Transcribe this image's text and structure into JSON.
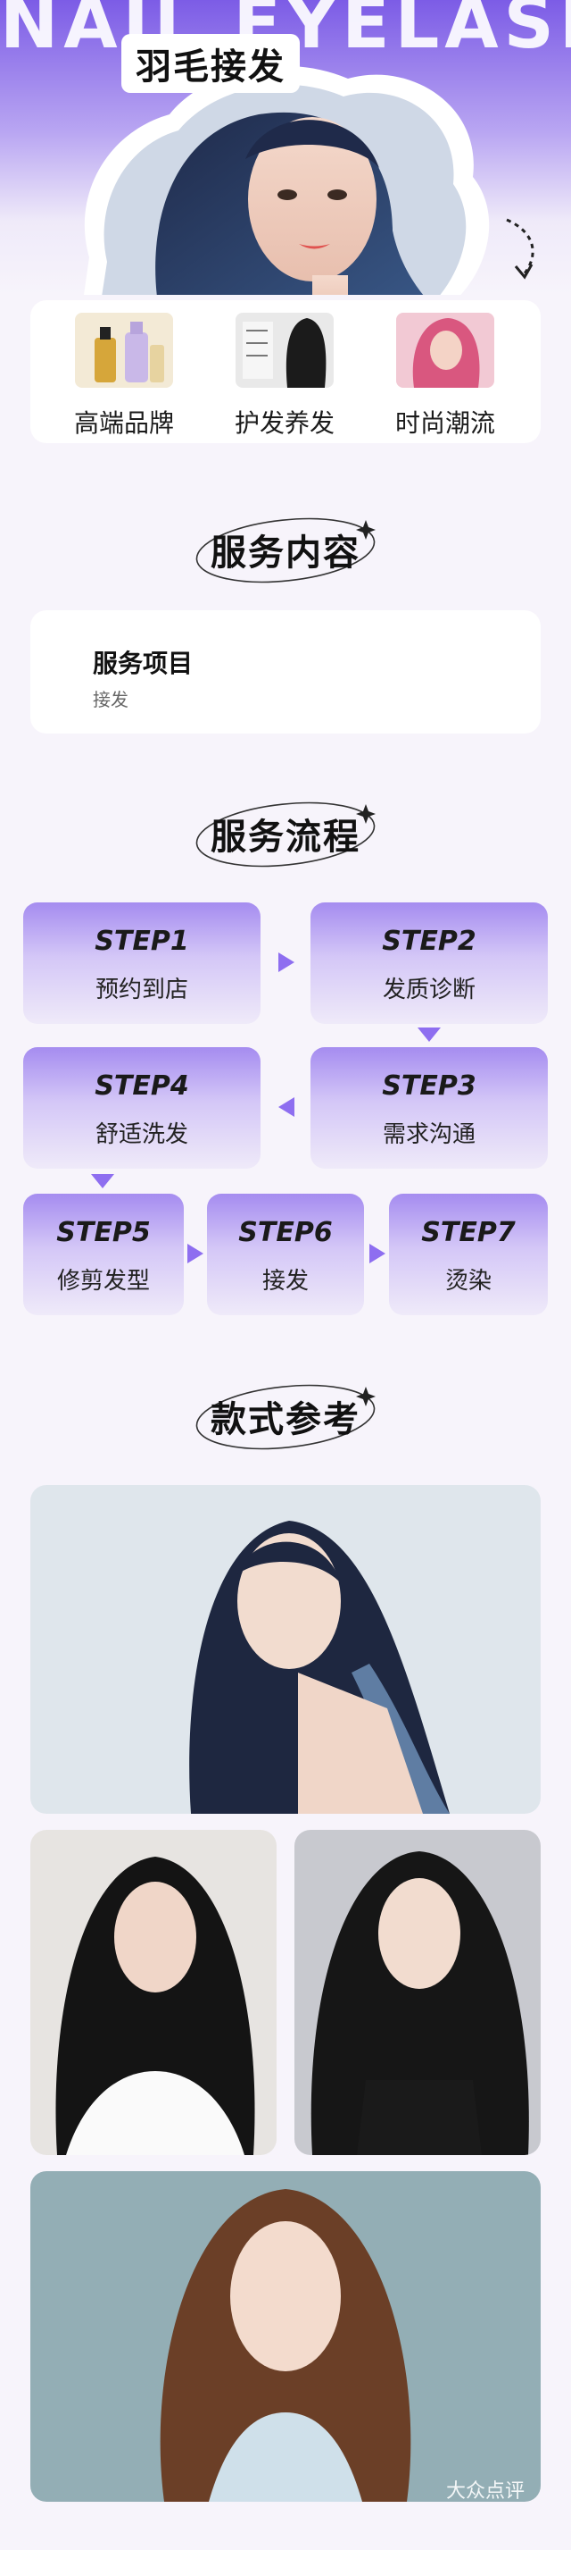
{
  "hero": {
    "bg_word": "NAIL EYELASH",
    "title": "羽毛接发"
  },
  "features": [
    {
      "label": "高端品牌",
      "icon": "hair-oil-bottles-photo"
    },
    {
      "label": "护发养发",
      "icon": "hair-care-photo"
    },
    {
      "label": "时尚潮流",
      "icon": "pink-hair-photo"
    }
  ],
  "sections": {
    "service_content": "服务内容",
    "service_process": "服务流程",
    "style_reference": "款式参考"
  },
  "service": {
    "item_label": "服务项目",
    "item_value": "接发"
  },
  "steps": [
    {
      "key": "STEP1",
      "label": "预约到店"
    },
    {
      "key": "STEP2",
      "label": "发质诊断"
    },
    {
      "key": "STEP3",
      "label": "需求沟通"
    },
    {
      "key": "STEP4",
      "label": "舒适洗发"
    },
    {
      "key": "STEP5",
      "label": "修剪发型"
    },
    {
      "key": "STEP6",
      "label": "接发"
    },
    {
      "key": "STEP7",
      "label": "烫染"
    }
  ],
  "watermark": "大众点评",
  "colors": {
    "accent": "#8e6ef0",
    "hero_top": "#7c5ce6",
    "card_bg": "#ffffff",
    "page_bg": "#f7f4fb"
  }
}
